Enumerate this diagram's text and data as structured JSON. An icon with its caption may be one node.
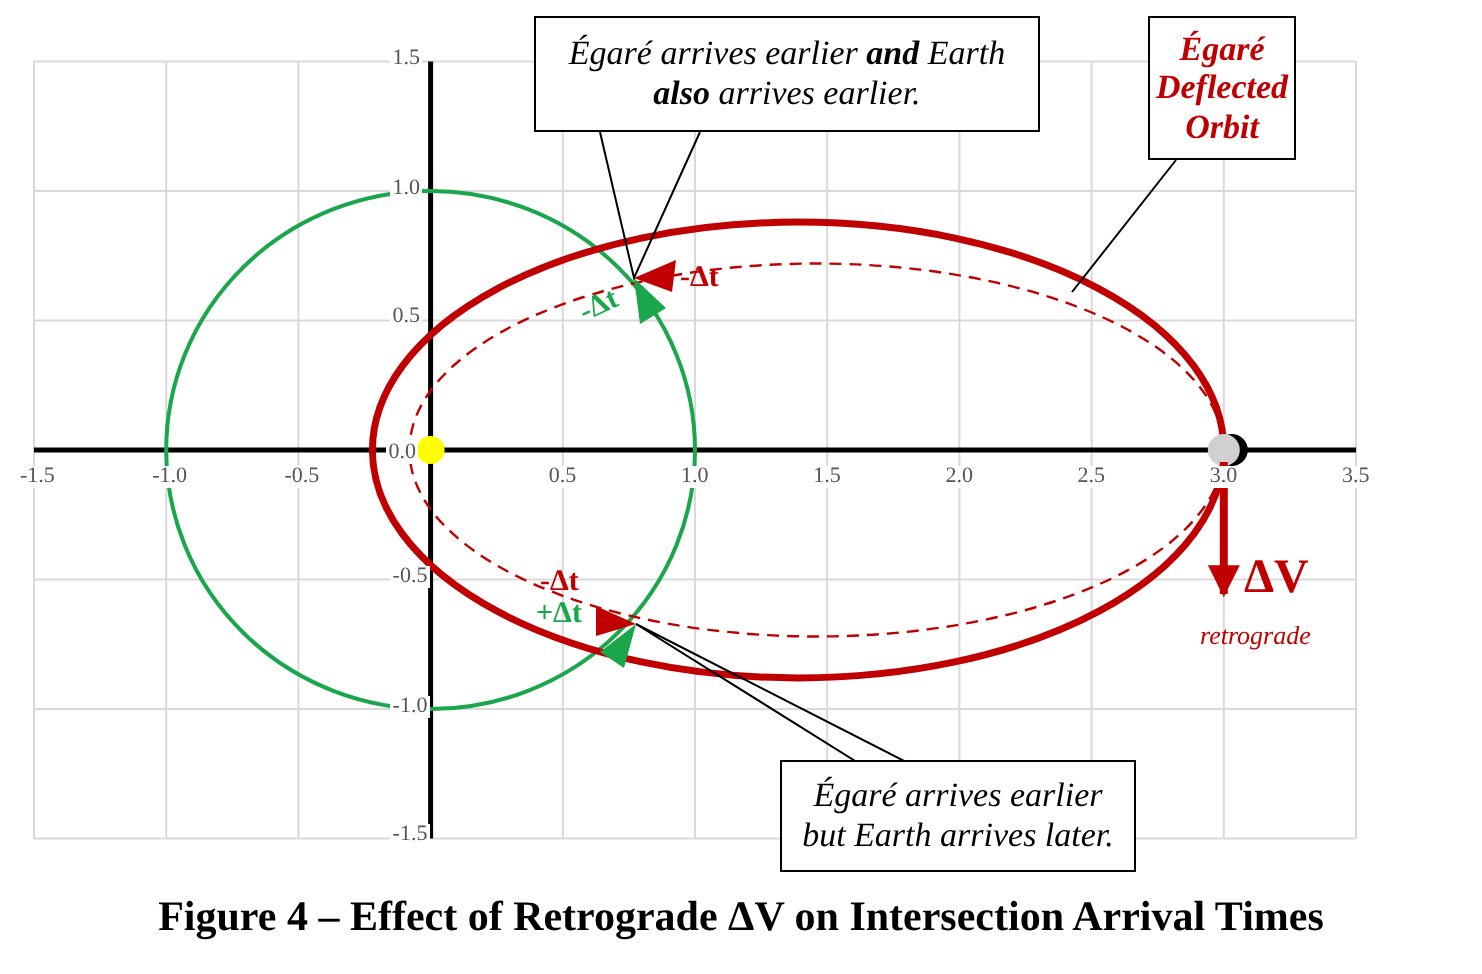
{
  "diagram": {
    "caption": "Figure 4 – Effect of Retrograde ΔV on Intersection Arrival Times",
    "nodes": [
      {
        "text": [
          "Égaré arrives earlier **and** Earth **also** arrives earlier."
        ]
      },
      {
        "text": [
          "Égaré Deflected Orbit"
        ]
      },
      {
        "text": [
          "Égaré arrives earlier but Earth arrives later."
        ]
      }
    ],
    "edges": [
      {
        "from": 0,
        "to": null,
        "arrow": "none"
      },
      {
        "from": 1,
        "to": null,
        "arrow": "none"
      },
      {
        "from": 2,
        "to": null,
        "arrow": "none"
      }
    ],
    "labels": [
      "1.5",
      "1.0",
      "0.5",
      "0.0",
      "-0.5",
      "-1.0",
      "-1.5",
      "-1.5",
      "-1.0",
      "-0.5",
      "0.5",
      "1.0",
      "1.5",
      "2.0",
      "2.5",
      "3.0",
      "3.5",
      "-Δt",
      "-Δt",
      "-Δt",
      "+Δt",
      "ΔV",
      "retrograde"
    ]
  }
}
